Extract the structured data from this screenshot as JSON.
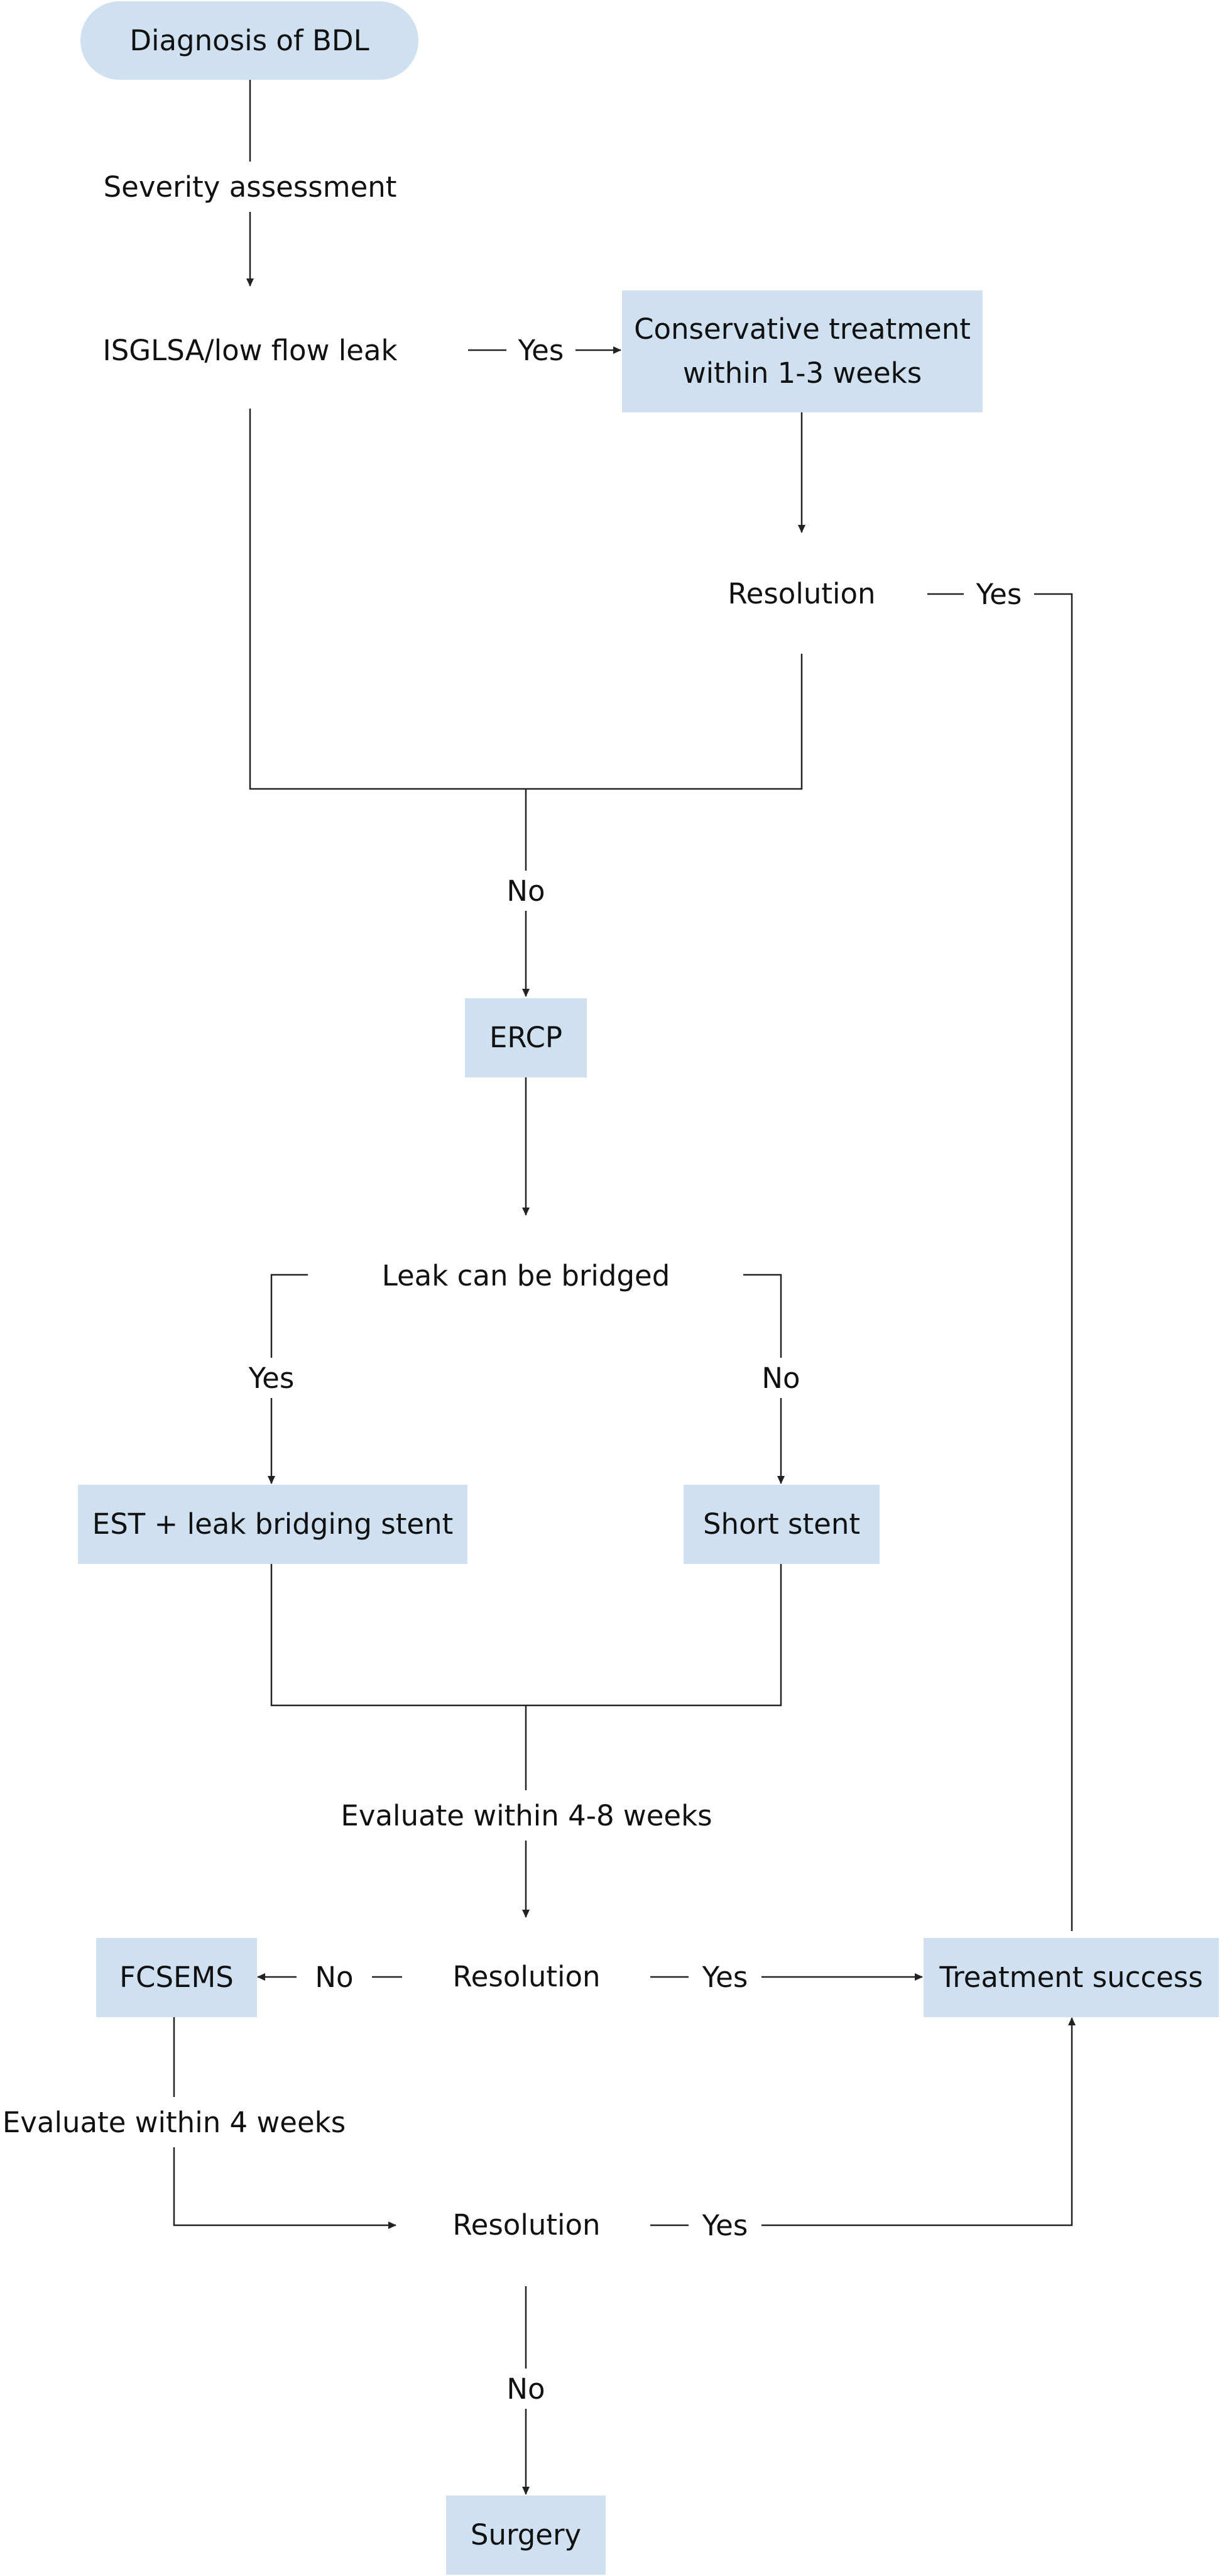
{
  "nodes": {
    "diagnosis": "Diagnosis of BDL",
    "isglsa": "ISGLSA/low flow leak",
    "conservative_line1": "Conservative treatment",
    "conservative_line2": "within 1-3 weeks",
    "resolution": "Resolution",
    "ercp": "ERCP",
    "leak_bridged": "Leak can be bridged",
    "est_stent": "EST + leak bridging stent",
    "short_stent": "Short stent",
    "fcsems": "FCSEMS",
    "treatment_success": "Treatment success",
    "surgery": "Surgery"
  },
  "labels": {
    "severity": "Severity assessment",
    "yes": "Yes",
    "no": "No",
    "evaluate_4_8": "Evaluate within 4-8 weeks",
    "evaluate_4": "Evaluate within 4 weeks"
  }
}
